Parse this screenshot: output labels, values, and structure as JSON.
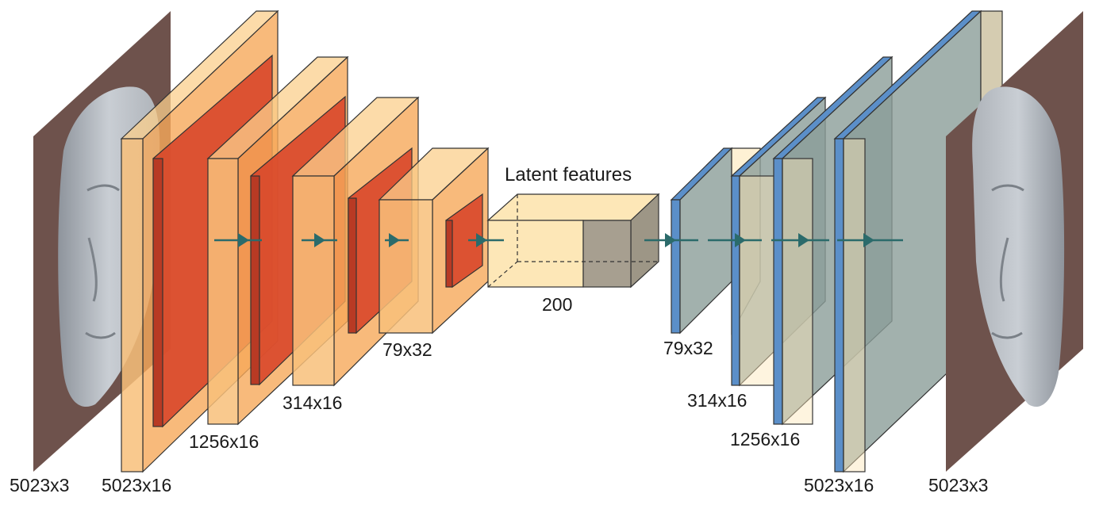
{
  "labels": {
    "input_mesh": "5023x3",
    "enc_conv1": "5023x16",
    "enc_conv2": "1256x16",
    "enc_conv3": "314x16",
    "enc_conv4": "79x32",
    "latent_title": "Latent features",
    "latent_size": "200",
    "dec_conv1": "79x32",
    "dec_conv2": "314x16",
    "dec_conv3": "1256x16",
    "dec_conv4": "5023x16",
    "output_mesh": "5023x3"
  },
  "colors": {
    "encoder_layer": "#f8b35e",
    "encoder_feature": "#d8472a",
    "latent": "#fde7b7",
    "latent_shade": "#a79f90",
    "decoder_layer": "#5b8fc9",
    "decoder_fill": "#8b9e98",
    "face_panel": "#6e524c",
    "arrow": "#2b6b6b"
  },
  "icons": {
    "input": "face-mesh-icon",
    "output": "face-mesh-icon",
    "flow": "arrow-right-icon"
  }
}
